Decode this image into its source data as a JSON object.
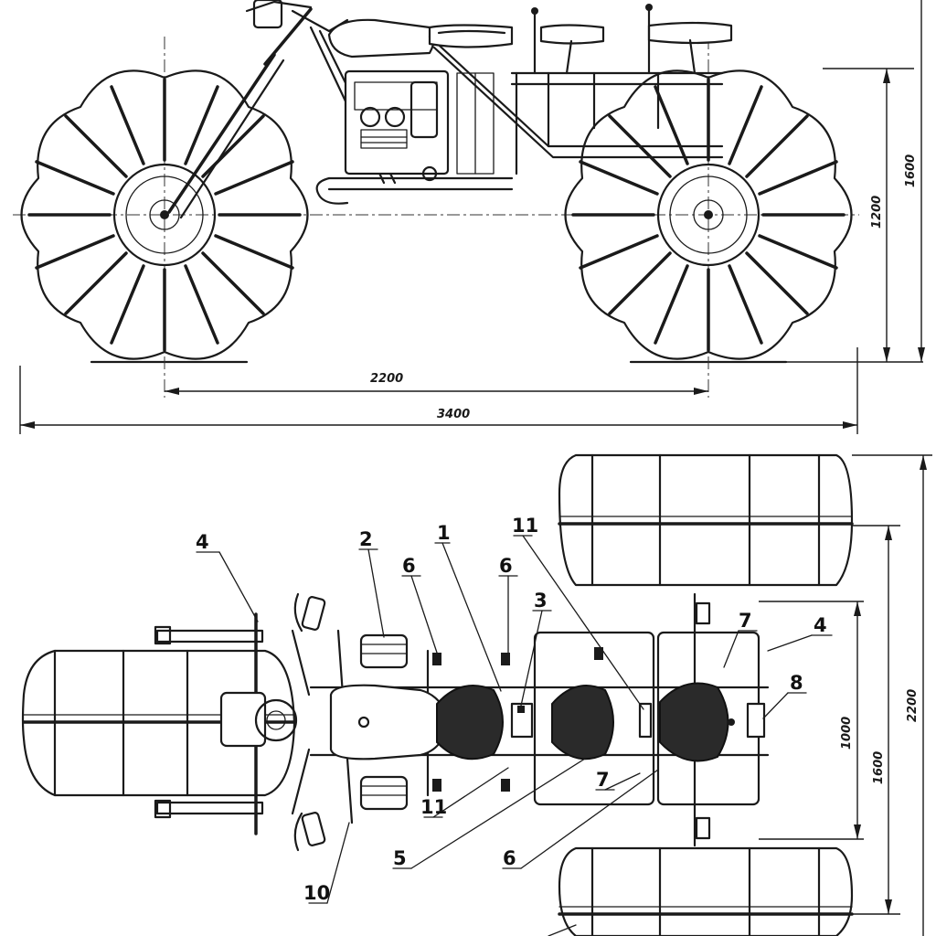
{
  "side_view": {
    "dimensions": {
      "wheelbase": "2200",
      "overall_length": "3400",
      "axle_height": "1200",
      "overall_height": "1600"
    }
  },
  "top_view": {
    "dimensions": {
      "track_inner": "1000",
      "track_mid": "1600",
      "overall_width": "2200"
    },
    "callouts": {
      "c1": "1",
      "c2": "2",
      "c3": "3",
      "c4_left": "4",
      "c4_right": "4",
      "c5": "5",
      "c6_top_left": "6",
      "c6_top_mid": "6",
      "c6_bottom": "6",
      "c7_top": "7",
      "c7_bottom": "7",
      "c8": "8",
      "c10": "10",
      "c11_top": "11",
      "c11_bottom": "11"
    }
  }
}
